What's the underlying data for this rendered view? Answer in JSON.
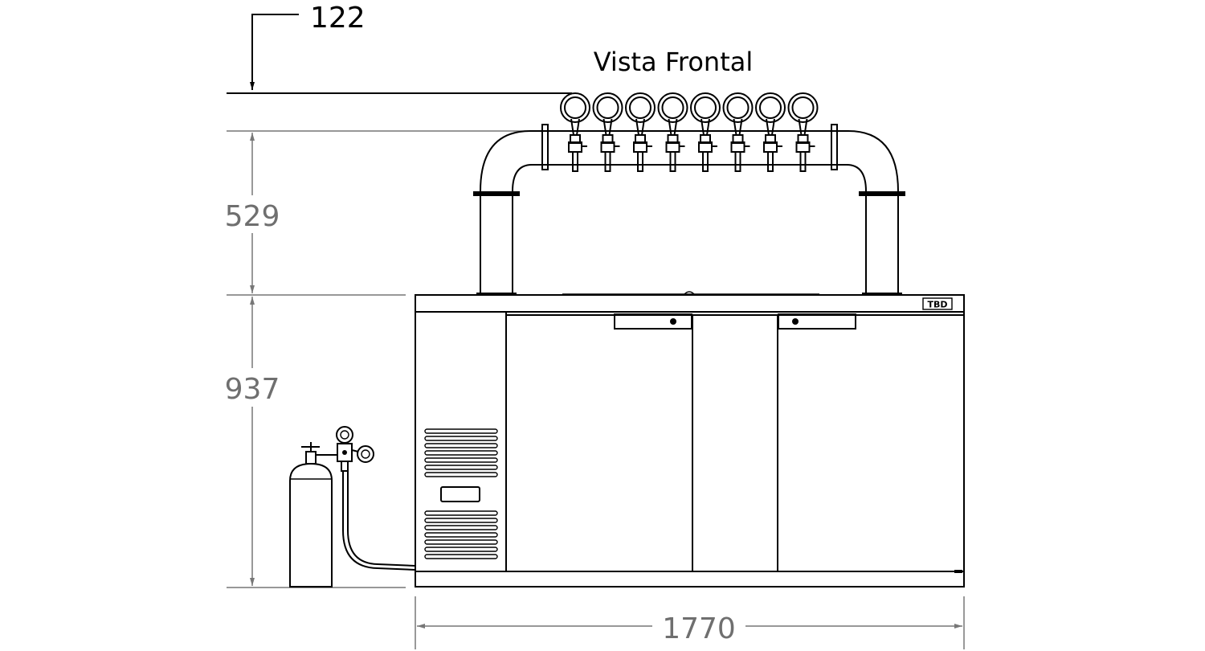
{
  "title": "Vista Frontal",
  "brand_badge": "TBD",
  "dimensions": {
    "top_offset": "122",
    "tower_height": "529",
    "cabinet_height": "937",
    "total_width": "1770"
  },
  "tap_count": 8,
  "colors": {
    "line": "#000000",
    "dimension": "#777777",
    "dimension_text": "#6f6f6f"
  }
}
